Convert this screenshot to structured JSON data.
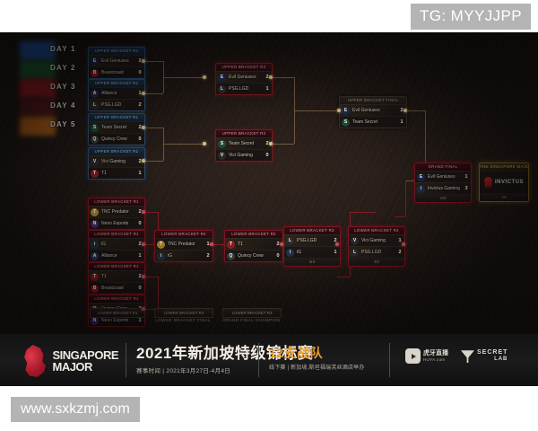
{
  "watermarks": {
    "top": "TG: MYYJJPP",
    "bottom": "www.sxkzmj.com"
  },
  "legend": {
    "items": [
      {
        "label": "DAY 1",
        "color": "#1d4f9e"
      },
      {
        "label": "DAY 2",
        "color": "#1d5c33"
      },
      {
        "label": "DAY 3",
        "color": "#9e1d22"
      },
      {
        "label": "DAY 4",
        "color": "#5a1a1f"
      },
      {
        "label": "DAY 5",
        "color": "#c06a16"
      }
    ]
  },
  "bracket": {
    "upper_round1": [
      {
        "header": "UPPER BRACKET R1",
        "teams": [
          {
            "name": "Evil Geniuses",
            "score": "2",
            "logo": "eg",
            "color": "#1b2a52",
            "win": true
          },
          {
            "name": "Beastcoast",
            "score": "0",
            "logo": "bc",
            "color": "#8e1c22",
            "win": false
          }
        ]
      },
      {
        "header": "UPPER BRACKET R1",
        "teams": [
          {
            "name": "Alliance",
            "score": "1",
            "logo": "al",
            "color": "#23304a",
            "win": false
          },
          {
            "name": "PSG.LGD",
            "score": "2",
            "logo": "lg",
            "color": "#2c2c2c",
            "win": true
          }
        ]
      },
      {
        "header": "UPPER BRACKET R1",
        "teams": [
          {
            "name": "Team Secret",
            "score": "2",
            "logo": "ts",
            "color": "#1d4a3a",
            "win": true
          },
          {
            "name": "Quincy Crew",
            "score": "0",
            "logo": "qc",
            "color": "#3a3a3a",
            "win": false
          }
        ]
      },
      {
        "header": "UPPER BRACKET R1",
        "teams": [
          {
            "name": "Vici Gaming",
            "score": "2",
            "logo": "vg",
            "color": "#2a2a2a",
            "win": true
          },
          {
            "name": "T1",
            "score": "1",
            "logo": "t1",
            "color": "#8e1c22",
            "win": false
          }
        ]
      }
    ],
    "lower_round1": [
      {
        "header": "LOWER BRACKET R1",
        "teams": [
          {
            "name": "TNC Predator",
            "score": "2",
            "logo": "tn",
            "color": "#b08a2a",
            "win": true
          },
          {
            "name": "Neon Esports",
            "score": "0",
            "logo": "ne",
            "color": "#4a2a6a",
            "win": false
          }
        ]
      },
      {
        "header": "LOWER BRACKET R1",
        "teams": [
          {
            "name": "iG",
            "score": "2",
            "logo": "ig",
            "color": "#23304a",
            "win": true
          },
          {
            "name": "Alliance",
            "score": "1",
            "logo": "al",
            "color": "#2a3a5a",
            "win": false
          }
        ]
      },
      {
        "header": "LOWER BRACKET R1",
        "teams": [
          {
            "name": "T1",
            "score": "2",
            "logo": "t1",
            "color": "#8e1c22",
            "win": true
          },
          {
            "name": "Beastcoast",
            "score": "0",
            "logo": "bc",
            "color": "#8e1c22",
            "win": false
          }
        ]
      },
      {
        "header": "LOWER BRACKET R1",
        "teams": [
          {
            "name": "Quincy Crew",
            "score": "2",
            "logo": "qc",
            "color": "#3a3a3a",
            "win": true
          },
          {
            "name": "Neon Esports",
            "score": "1",
            "logo": "ne",
            "color": "#4a2a6a",
            "win": false
          }
        ]
      }
    ],
    "upper_round2": [
      {
        "header": "UPPER BRACKET R2",
        "teams": [
          {
            "name": "Evil Geniuses",
            "score": "2",
            "logo": "eg",
            "color": "#1b2a52",
            "win": true
          },
          {
            "name": "PSG.LGD",
            "score": "1",
            "logo": "lg",
            "color": "#2c2c2c",
            "win": false
          }
        ]
      },
      {
        "header": "UPPER BRACKET R2",
        "teams": [
          {
            "name": "Team Secret",
            "score": "2",
            "logo": "ts",
            "color": "#1d4a3a",
            "win": true
          },
          {
            "name": "Vici Gaming",
            "score": "0",
            "logo": "vg",
            "color": "#2a2a2a",
            "win": false
          }
        ]
      }
    ],
    "lower_round2": [
      {
        "header": "LOWER BRACKET R2",
        "teams": [
          {
            "name": "TNC Predator",
            "score": "1",
            "logo": "tn",
            "color": "#b08a2a",
            "win": false
          },
          {
            "name": "iG",
            "score": "2",
            "logo": "ig",
            "color": "#23304a",
            "win": true
          }
        ]
      },
      {
        "header": "LOWER BRACKET R2",
        "teams": [
          {
            "name": "T1",
            "score": "2",
            "logo": "t1",
            "color": "#8e1c22",
            "win": true
          },
          {
            "name": "Quincy Crew",
            "score": "0",
            "logo": "qc",
            "color": "#3a3a3a",
            "win": false
          }
        ]
      }
    ],
    "lower_round3": [
      {
        "header": "LOWER BRACKET R3",
        "teams": [
          {
            "name": "PSG.LGD",
            "score": "2",
            "logo": "lg",
            "color": "#2c2c2c",
            "win": true
          },
          {
            "name": "iG",
            "score": "1",
            "logo": "ig",
            "color": "#23304a",
            "win": false
          }
        ],
        "footer": "3rd"
      },
      {
        "header": "LOWER BRACKET R4",
        "teams": [
          {
            "name": "Vici Gaming",
            "score": "1",
            "logo": "vg",
            "color": "#2a2a2a",
            "win": false
          },
          {
            "name": "PSG.LGD",
            "score": "2",
            "logo": "lg",
            "color": "#2c2c2c",
            "win": true
          }
        ],
        "footer": "4th"
      }
    ],
    "upper_final": {
      "header": "UPPER BRACKET FINAL",
      "teams": [
        {
          "name": "Evil Geniuses",
          "score": "2",
          "logo": "eg",
          "color": "#1b2a52",
          "win": true
        },
        {
          "name": "Team Secret",
          "score": "1",
          "logo": "ts",
          "color": "#1d4a3a",
          "win": false
        }
      ]
    },
    "grand_final": {
      "header": "GRAND FINAL",
      "teams": [
        {
          "name": "Evil Geniuses",
          "score": "1",
          "logo": "eg",
          "color": "#1b2a52",
          "win": false
        },
        {
          "name": "Invictus Gaming",
          "score": "3",
          "logo": "ig",
          "color": "#23304a",
          "win": true
        }
      ],
      "footer": "2nd"
    },
    "champion": {
      "header": "THE SINGAPORE MAJOR",
      "name": "INVICTUS",
      "footer": "1st"
    },
    "round_labels": [
      "UPPER BRACKET R1",
      "LOWER BRACKET R1",
      "LOWER BRACKET R2",
      "LOWER BRACKET R3"
    ],
    "round_chips": [
      "LOWER BRACKET R1",
      "LOWER BRACKET R2",
      "LOWER BRACKET R3"
    ],
    "chip_captions": [
      "",
      "LOWER BRACKET FINAL",
      "GRAND FINAL CHAMPION"
    ]
  },
  "footer": {
    "logo_line1": "SINGAPORE",
    "logo_line2": "MAJOR",
    "title": "2021年新加坡特级锦标赛",
    "subtitle": "赛事时间  |  2021年3月27日-4月4日",
    "teams_title": "12支战队",
    "teams_subtitle": "线下赛 | 新加坡,斯坦福瑞芙丝酒店举办",
    "sponsors": [
      {
        "name_top": "虎牙直播",
        "name_bottom": "HUYA.com"
      },
      {
        "name_top": "SECRET",
        "name_bottom": "LAB"
      }
    ]
  }
}
